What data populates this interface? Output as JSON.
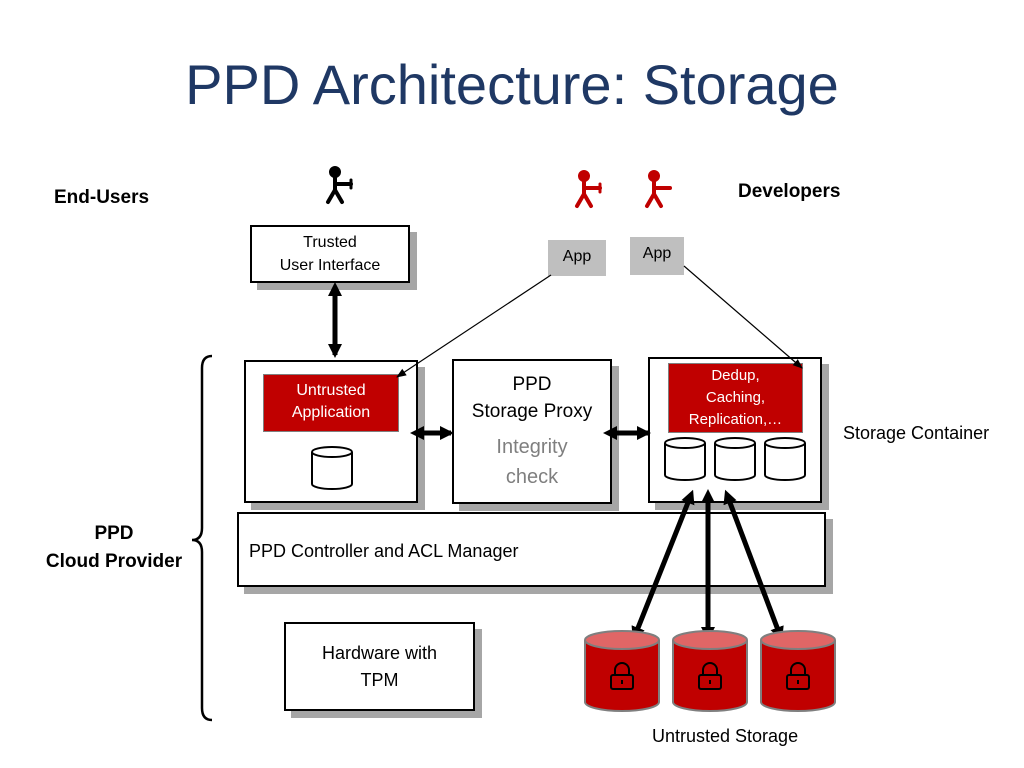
{
  "title": "PPD Architecture: Storage",
  "labels": {
    "end_users": "End-Users",
    "developers": "Developers",
    "storage_container": "Storage Container",
    "untrusted_storage": "Untrusted Storage",
    "cloud_provider_line1": "PPD",
    "cloud_provider_line2": "Cloud Provider"
  },
  "boxes": {
    "trusted_ui_line1": "Trusted",
    "trusted_ui_line2": "User Interface",
    "untrusted_app_line1": "Untrusted",
    "untrusted_app_line2": "Application",
    "proxy_line1": "PPD",
    "proxy_line2": "Storage Proxy",
    "integrity_line1": "Integrity",
    "integrity_line2": "check",
    "dedup_line1": "Dedup,",
    "dedup_line2": "Caching,",
    "dedup_line3": "Replication,…",
    "controller": "PPD Controller and ACL Manager",
    "hardware_line1": "Hardware with",
    "hardware_line2": "TPM"
  },
  "apps": [
    "App",
    "App"
  ],
  "colors": {
    "title": "#1f3864",
    "red": "#c00000",
    "app_gray": "#bfbfbf",
    "shadow": "#a6a6a6"
  },
  "icons": [
    "person-icon",
    "database-icon",
    "lock-icon"
  ]
}
